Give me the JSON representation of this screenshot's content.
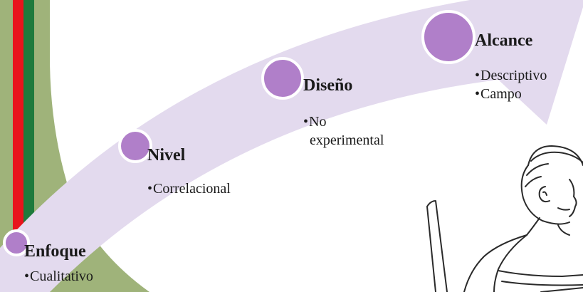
{
  "colors": {
    "stripe_red": "#e8141c",
    "stripe_green": "#1e7a3c",
    "olive": "#9fb37a",
    "arrow_fill": "#e3daee",
    "node_fill": "#b07fc9"
  },
  "steps": [
    {
      "title": "Enfoque",
      "bullets": [
        "Cualitativo"
      ]
    },
    {
      "title": "Nivel",
      "bullets": [
        "Correlacional"
      ]
    },
    {
      "title": "Diseño",
      "bullets_wrapped": [
        "No",
        "experimental"
      ]
    },
    {
      "title": "Alcance",
      "bullets": [
        "Descriptivo",
        "Campo"
      ]
    }
  ],
  "bullet_char": "•",
  "icons": {
    "illustration": "student-at-computer-icon"
  }
}
